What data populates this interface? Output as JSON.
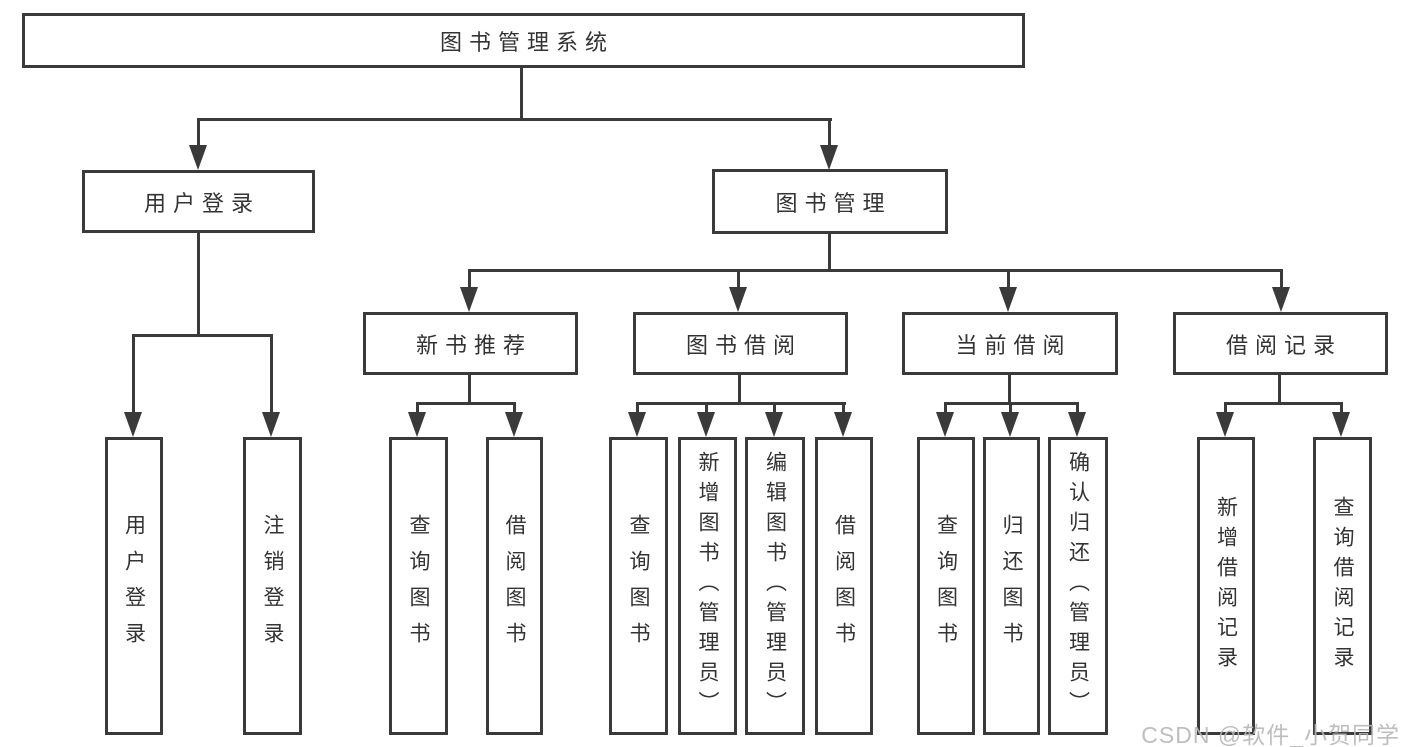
{
  "title": "图书管理系统",
  "branches": [
    {
      "label": "用户登录",
      "children": [
        {
          "label": "用户登录"
        },
        {
          "label": "注销登录"
        }
      ]
    },
    {
      "label": "图书管理",
      "children": [
        {
          "label": "新书推荐",
          "children": [
            {
              "label": "查询图书"
            },
            {
              "label": "借阅图书"
            }
          ]
        },
        {
          "label": "图书借阅",
          "children": [
            {
              "label": "查询图书"
            },
            {
              "label": "新增图书（管理员）"
            },
            {
              "label": "编辑图书（管理员）"
            },
            {
              "label": "借阅图书"
            }
          ]
        },
        {
          "label": "当前借阅",
          "children": [
            {
              "label": "查询图书"
            },
            {
              "label": "归还图书"
            },
            {
              "label": "确认归还（管理员）"
            }
          ]
        },
        {
          "label": "借阅记录",
          "children": [
            {
              "label": "新增借阅记录"
            },
            {
              "label": "查询借阅记录"
            }
          ]
        }
      ]
    }
  ],
  "watermark": "CSDN @软件_小贺同学",
  "colors": {
    "line": "#3a3a3a",
    "text": "#333333",
    "box_background": "#ffffff",
    "page_background": "#ffffff",
    "watermark": "#b7b7b7"
  }
}
